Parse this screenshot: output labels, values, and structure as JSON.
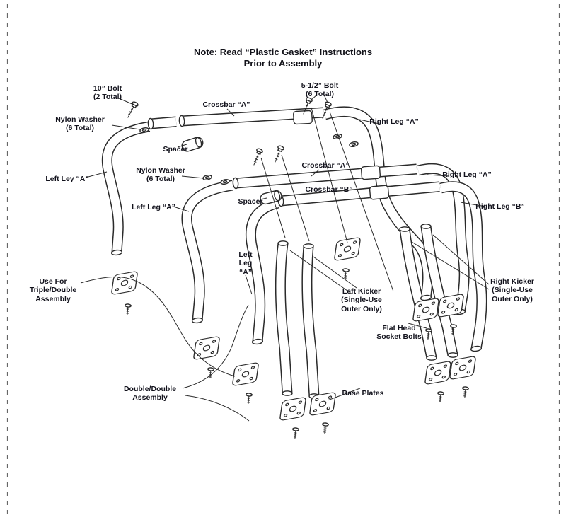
{
  "page": {
    "background": "#ffffff",
    "ink_color": "#2a2a2a",
    "note_line1": "Note: Read “Plastic Gasket” Instructions",
    "note_line2": "Prior to Assembly"
  },
  "labels": {
    "bolt_10": "10” Bolt\n(2 Total)",
    "nylon_washer_top": "Nylon Washer\n(6 Total)",
    "crossbar_a_top": "Crossbar “A”",
    "bolt_5_half": "5-1/2” Bolt\n(6 Total)",
    "right_leg_a_top": "Right Leg “A”",
    "spacer_top": "Spacer",
    "left_ley_a": "Left Ley “A”",
    "nylon_washer_mid": "Nylon Washer\n(6 Total)",
    "crossbar_a_mid": "Crossbar “A”",
    "right_leg_a_mid": "Right Leg “A”",
    "crossbar_b": "Crossbar “B”",
    "spacer_mid": "Spacer",
    "right_leg_b": "Right Leg “B”",
    "left_leg_a_mid": "Left Leg “A”",
    "left_leg_a_center": "Left\nLeg\n“A”",
    "use_for": "Use For\nTriple/Double\nAssembly",
    "left_kicker": "Left Kicker\n(Single-Use\nOuter Only)",
    "right_kicker": "Right Kicker\n(Single-Use\nOuter Only)",
    "flat_head": "Flat Head\nSocket Bolts",
    "double_double": "Double/Double\nAssembly",
    "base_plates": "Base Plates"
  }
}
